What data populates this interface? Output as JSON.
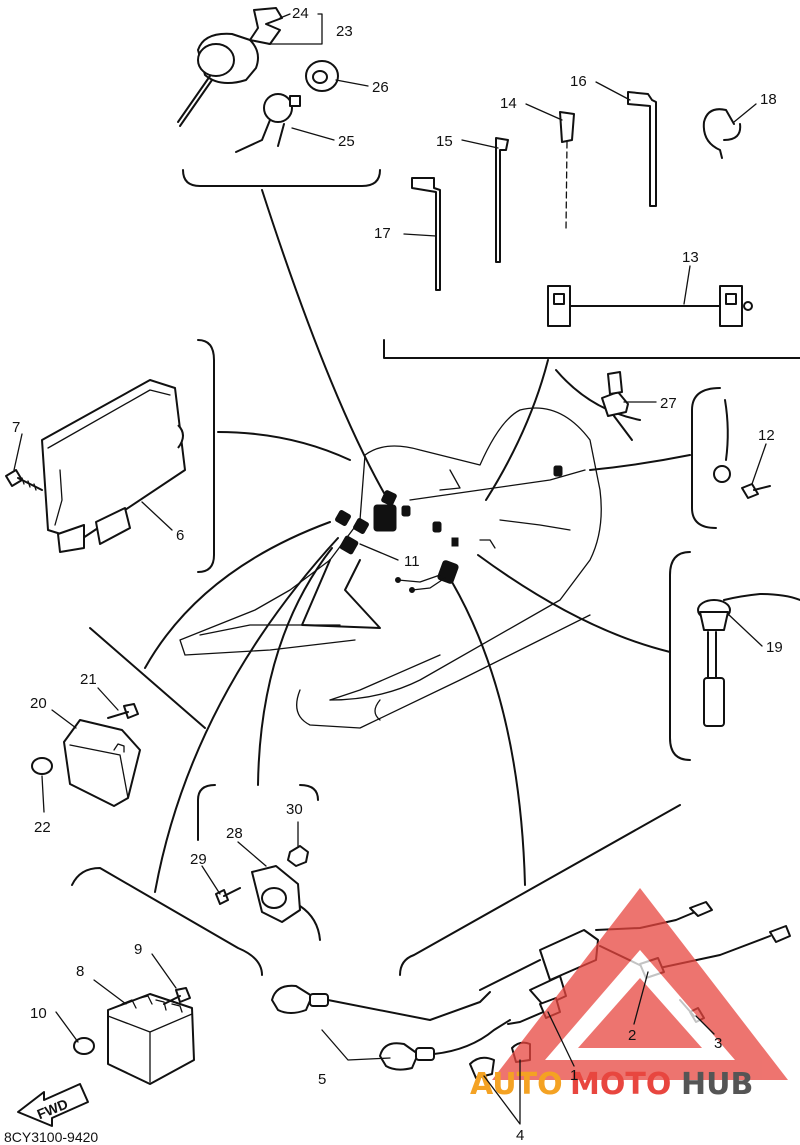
{
  "diagram_code": "8CY3100-9420",
  "fwd_label": "FWD",
  "watermark": {
    "part1": "AUTO",
    "part2": "MOTO",
    "part3": "HUB",
    "color_red": "#e8463f",
    "color_gray": "#666666",
    "color_orange": "#f4a223"
  },
  "part_numbers": {
    "n1": "1",
    "n2": "2",
    "n3": "3",
    "n4": "4",
    "n5": "5",
    "n6": "6",
    "n7": "7",
    "n8": "8",
    "n9": "9",
    "n10": "10",
    "n11": "11",
    "n12": "12",
    "n13": "13",
    "n14": "14",
    "n15": "15",
    "n16": "16",
    "n17": "17",
    "n18": "18",
    "n19": "19",
    "n20": "20",
    "n21": "21",
    "n22": "22",
    "n23": "23",
    "n24": "24",
    "n25": "25",
    "n26": "26",
    "n27": "27",
    "n28": "28",
    "n29": "29",
    "n30": "30"
  }
}
